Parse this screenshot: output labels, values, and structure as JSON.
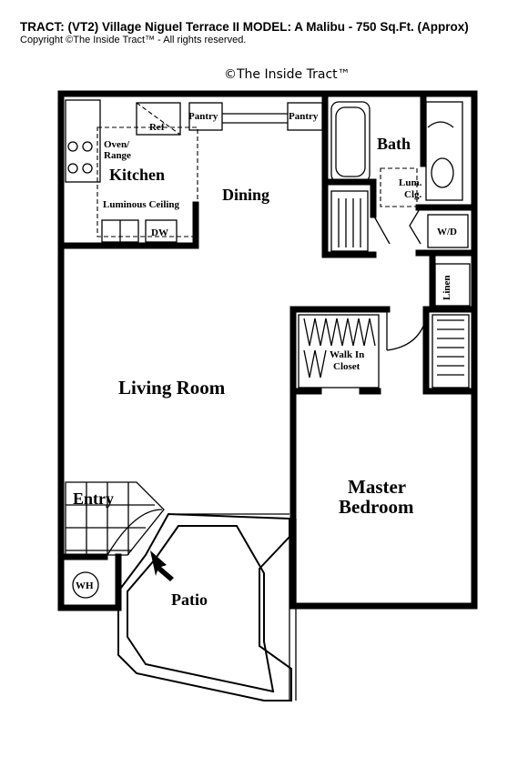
{
  "header": {
    "title": "TRACT: (VT2) Village Niguel Terrace II   MODEL: A Malibu  -  750 Sq.Ft. (Approx)",
    "copyright": "Copyright  ©The Inside Tract™ - All rights reserved."
  },
  "watermark": "©The Inside Tract™",
  "rooms": {
    "kitchen": "Kitchen",
    "dining": "Dining",
    "bath": "Bath",
    "living_room": "Living Room",
    "master_bedroom_line1": "Master",
    "master_bedroom_line2": "Bedroom",
    "entry": "Entry",
    "patio": "Patio"
  },
  "fixtures": {
    "ref": "Ref",
    "pantry_left": "Pantry",
    "pantry_right": "Pantry",
    "oven_range_line1": "Oven/",
    "oven_range_line2": "Range",
    "luminous_ceiling": "Luminous Ceiling",
    "dw": "DW",
    "lum_clg_line1": "Lum.",
    "lum_clg_line2": "Clg.",
    "wd": "W/D",
    "linen": "Linen",
    "walk_in_closet_line1": "Walk In",
    "walk_in_closet_line2": "Closet",
    "wh": "WH"
  }
}
